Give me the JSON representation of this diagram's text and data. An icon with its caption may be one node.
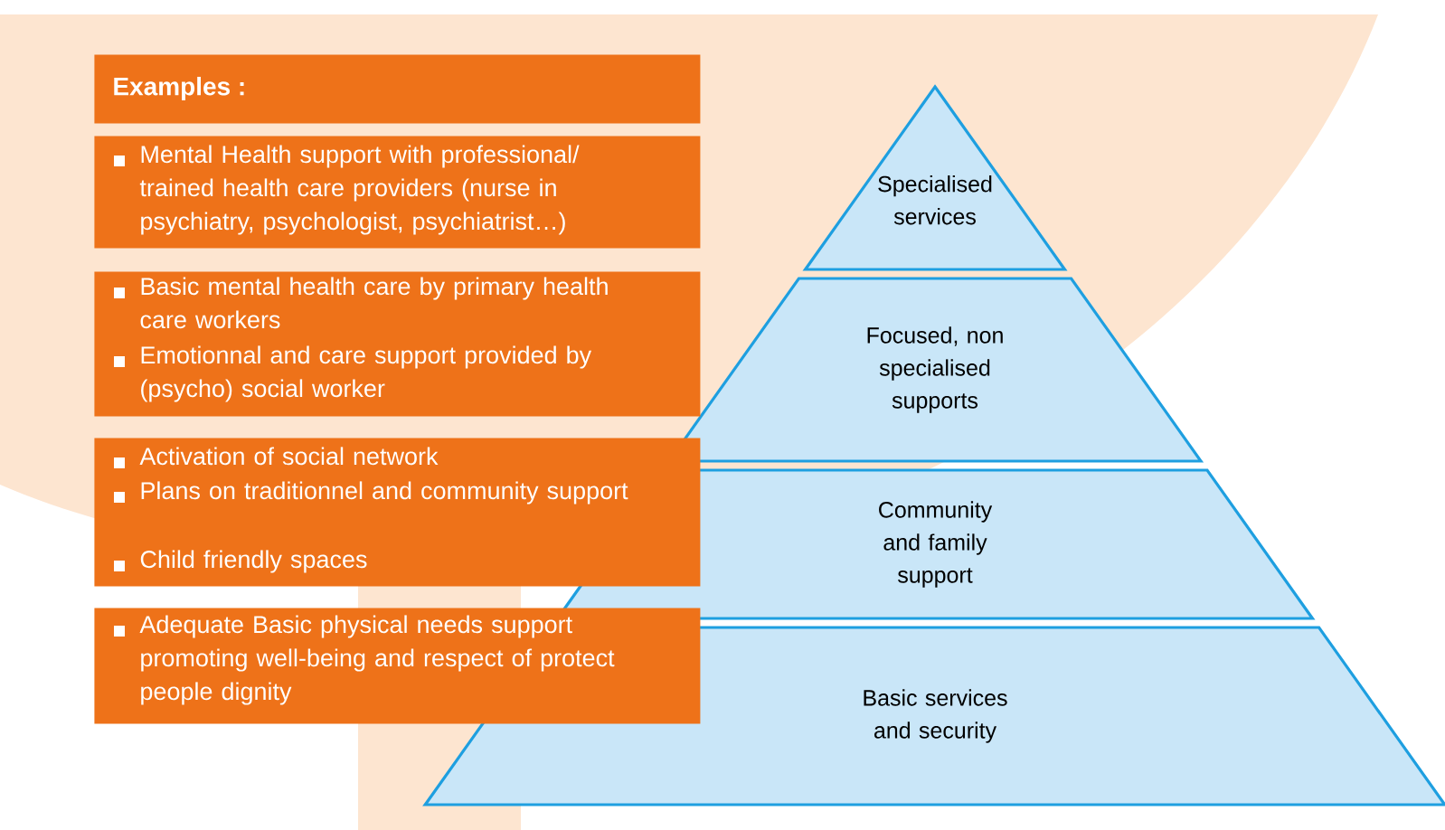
{
  "diagram": {
    "nodes": [
      {
        "text": [
          "Examples :"
        ]
      },
      {
        "text": [
          "Mental Health support with professional/ trained health care providers (nurse in psychiatry, psychologist, psychiatrist…)"
        ]
      },
      {
        "text": [
          "Basic mental health care by primary health care workers",
          "Emotionnal and care  support provided by (psycho) social worker"
        ]
      },
      {
        "text": [
          "Activation of social network",
          "Plans on traditionnel and community support",
          "Child friendly spaces"
        ]
      },
      {
        "text": [
          "Adequate Basic physical needs support promoting well-being and respect of protect people dignity"
        ]
      },
      {
        "text": [
          "Specialised services"
        ]
      },
      {
        "text": [
          "Focused, non specialised supports"
        ]
      },
      {
        "text": [
          "Community and family support"
        ]
      },
      {
        "text": [
          "Basic services and security"
        ]
      }
    ]
  }
}
